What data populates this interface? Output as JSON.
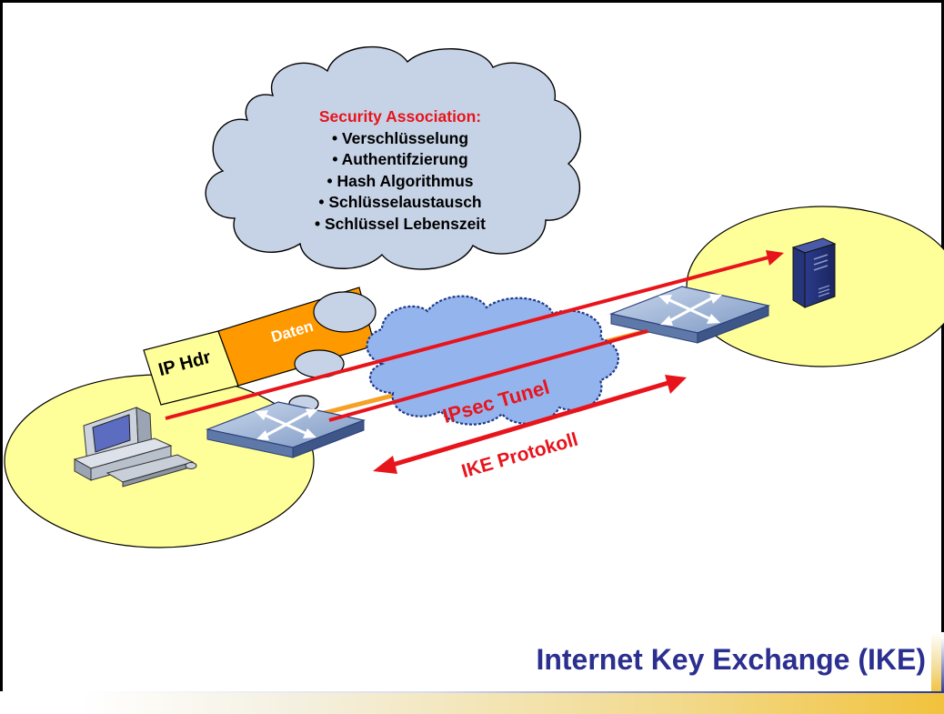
{
  "title": "Internet Key Exchange (IKE)",
  "security_association": {
    "heading": "Security Association:",
    "items": [
      "• Verschlüsselung",
      "• Authentifzierung",
      "• Hash Algorithmus",
      "• Schlüsselaustausch",
      "• Schlüssel Lebenszeit"
    ]
  },
  "packet": {
    "header_label": "IP Hdr",
    "data_label": "Daten"
  },
  "labels": {
    "tunnel": "IPsec Tunel",
    "ike": "IKE Protokoll"
  },
  "colors": {
    "accent_red": "#e8141c",
    "title_blue": "#2b2f8f",
    "site_fill": "#ffff99",
    "cloud_fill": "#c6d3e6",
    "network_cloud": "#94b4ee",
    "packet_header": "#ffff99",
    "packet_data": "#ff9900"
  }
}
